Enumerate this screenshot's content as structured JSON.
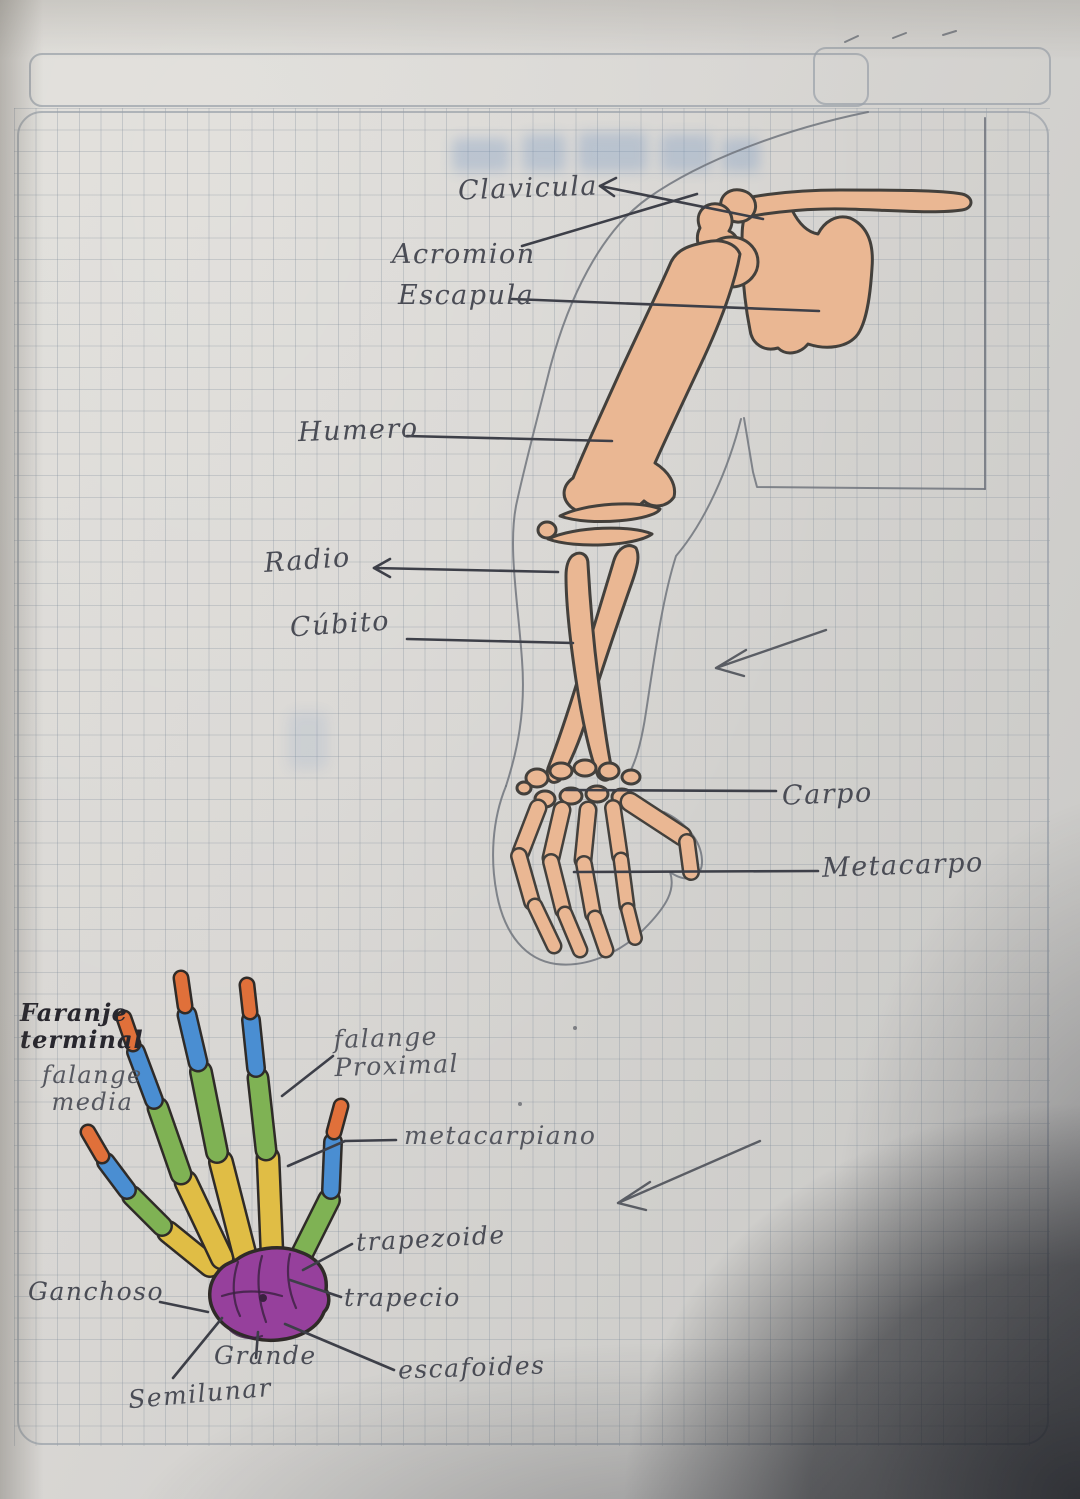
{
  "labels": {
    "clavicula": "Clavicula",
    "acromion": "Acromion",
    "escapula": "Escapula",
    "humero": "Humero",
    "radio": "Radio",
    "cubito": "Cúbito",
    "carpo": "Carpo",
    "metacarpo": "Metacarpo",
    "faranje_terminal": "Faranje\nterminal",
    "falange_media": "falange\nmedia",
    "falange_proximal": "falange\nProximal",
    "metacarpiano": "metacarpiano",
    "trapezoide": "trapezoide",
    "trapecio": "trapecio",
    "ganchoso": "Ganchoso",
    "grande": "Grande",
    "semilunar": "Semilunar",
    "escafoides": "escafoides"
  },
  "colors": {
    "paper": "#d7d5d2",
    "grid_line": "#8fa0b0",
    "bone_fill": "#eab793",
    "bone_outline": "#43403c",
    "hand_outline": "#2f2b28",
    "distal_orange": "#e0703a",
    "middle_blue": "#4a8ed2",
    "proximal_green": "#7fb254",
    "metacarpal_yellow": "#e0bd45",
    "carpal_purple": "#96409c",
    "ink": "#3d3f48",
    "pencil": "#5c5f66",
    "bleed_blue": "#6c8fbe"
  }
}
